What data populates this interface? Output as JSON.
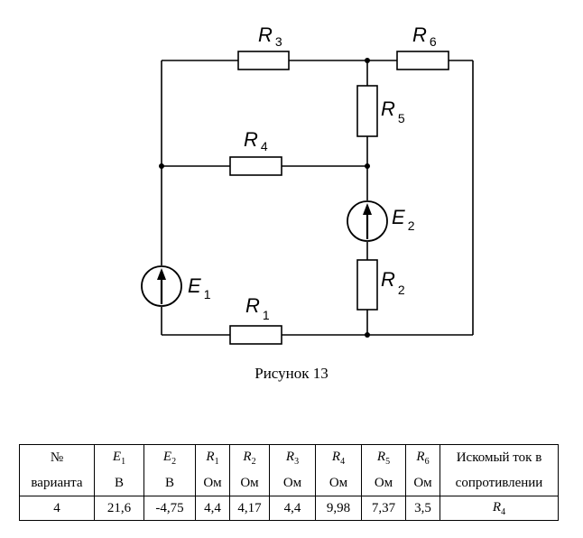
{
  "circuit": {
    "labels": {
      "R3": {
        "letter": "R",
        "sub": "3"
      },
      "R6": {
        "letter": "R",
        "sub": "6"
      },
      "R5": {
        "letter": "R",
        "sub": "5"
      },
      "R4": {
        "letter": "R",
        "sub": "4"
      },
      "E2": {
        "letter": "E",
        "sub": "2"
      },
      "R2": {
        "letter": "R",
        "sub": "2"
      },
      "E1": {
        "letter": "E",
        "sub": "1"
      },
      "R1": {
        "letter": "R",
        "sub": "1"
      }
    }
  },
  "caption": "Рисунок 13",
  "table": {
    "header_row1": {
      "c0": "№",
      "c1": {
        "letter": "E",
        "sub": "1"
      },
      "c2": {
        "letter": "E",
        "sub": "2"
      },
      "c3": {
        "letter": "R",
        "sub": "1"
      },
      "c4": {
        "letter": "R",
        "sub": "2"
      },
      "c5": {
        "letter": "R",
        "sub": "3"
      },
      "c6": {
        "letter": "R",
        "sub": "4"
      },
      "c7": {
        "letter": "R",
        "sub": "5"
      },
      "c8": {
        "letter": "R",
        "sub": "6"
      },
      "c9": "Искомый ток в"
    },
    "header_row2": {
      "c0": "варианта",
      "c1": "В",
      "c2": "В",
      "c3": "Ом",
      "c4": "Ом",
      "c5": "Ом",
      "c6": "Ом",
      "c7": "Ом",
      "c8": "Ом",
      "c9": "сопротивлении"
    },
    "values": {
      "variant": "4",
      "E1": "21,6",
      "E2": "-4,75",
      "R1": "4,4",
      "R2": "4,17",
      "R3": "4,4",
      "R4": "9,98",
      "R5": "7,37",
      "R6": "3,5",
      "target": {
        "letter": "R",
        "sub": "4"
      }
    }
  }
}
